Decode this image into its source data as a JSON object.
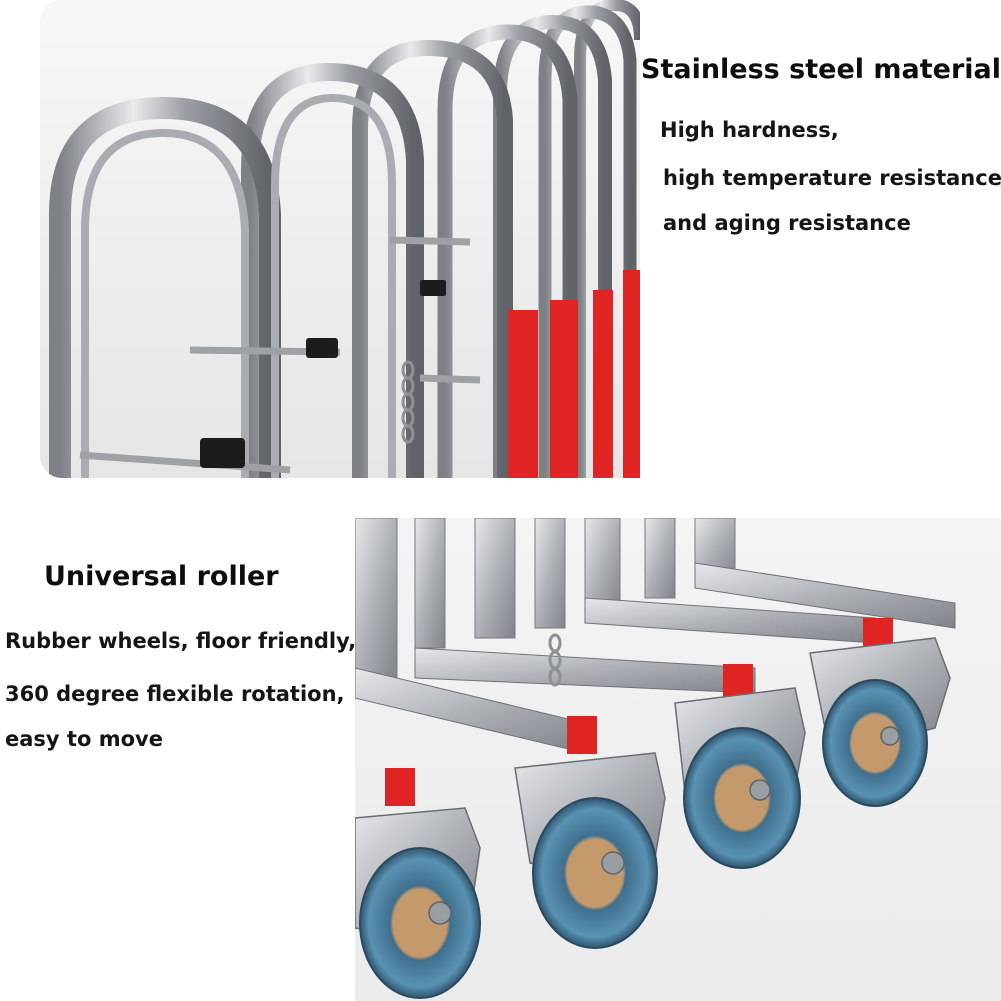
{
  "top_section": {
    "heading": "Stainless steel material",
    "lines": [
      "High hardness,",
      "high temperature resistance,",
      "and aging resistance"
    ]
  },
  "bottom_section": {
    "heading": "Universal roller",
    "lines": [
      "Rubber wheels, floor friendly,",
      "360 degree flexible rotation,",
      "easy to move"
    ]
  },
  "colors": {
    "steel": "#b9bcc0",
    "steel_dark": "#6f7378",
    "accent_red": "#e02424",
    "wheel_blue": "#4f86a8",
    "wheel_hub": "#c49a6c"
  },
  "icons": {
    "top_photo": "stainless-steel-barrier-photo",
    "bottom_photo": "caster-wheels-photo"
  }
}
